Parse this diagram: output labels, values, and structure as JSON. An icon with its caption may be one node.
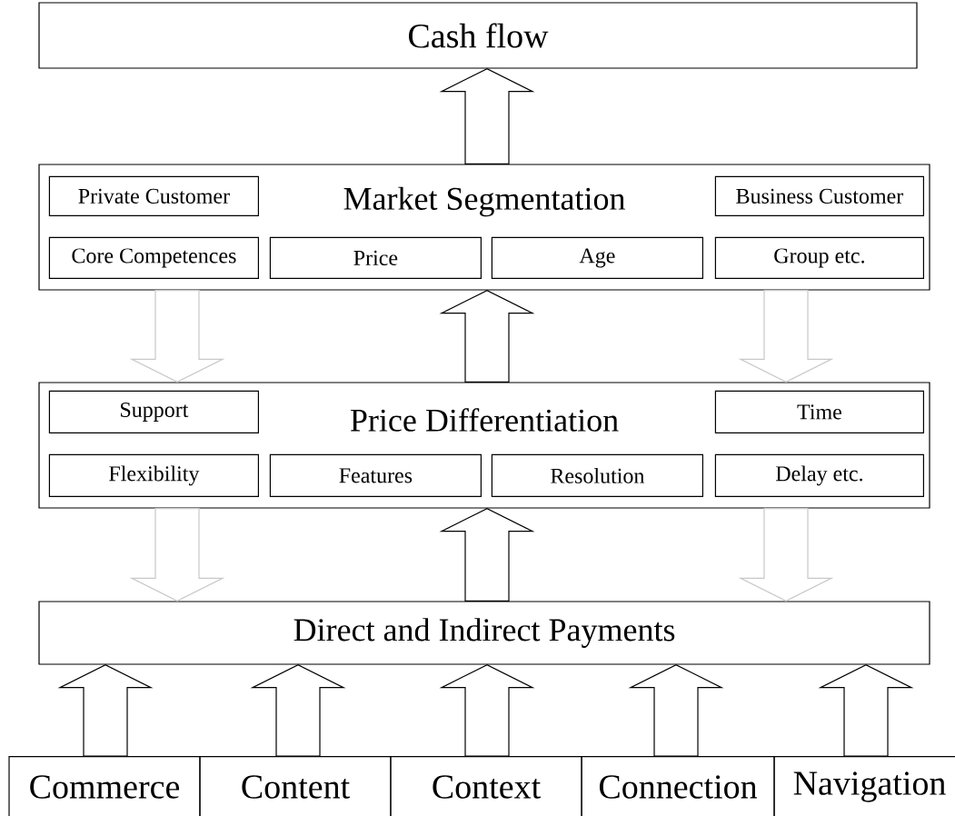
{
  "diagram": {
    "nodes": [
      {
        "text": [
          "Cash flow"
        ]
      },
      {
        "text": [
          "Market Segmentation"
        ]
      },
      {
        "text": [
          "Private Customer"
        ],
        "in": 1
      },
      {
        "text": [
          "Business Customer"
        ],
        "in": 1
      },
      {
        "text": [
          "Core Competences"
        ],
        "in": 1
      },
      {
        "text": [
          "Price"
        ],
        "in": 1
      },
      {
        "text": [
          "Age"
        ],
        "in": 1
      },
      {
        "text": [
          "Group etc."
        ],
        "in": 1
      },
      {
        "text": [
          "Price Differentiation"
        ]
      },
      {
        "text": [
          "Support"
        ],
        "in": 8
      },
      {
        "text": [
          "Time"
        ],
        "in": 8
      },
      {
        "text": [
          "Flexibility"
        ],
        "in": 8
      },
      {
        "text": [
          "Features"
        ],
        "in": 8
      },
      {
        "text": [
          "Resolution"
        ],
        "in": 8
      },
      {
        "text": [
          "Delay etc."
        ],
        "in": 8
      },
      {
        "text": [
          "Direct and Indirect Payments"
        ]
      },
      {
        "text": [
          "Commerce"
        ]
      },
      {
        "text": [
          "Content"
        ]
      },
      {
        "text": [
          "Context"
        ]
      },
      {
        "text": [
          "Connection"
        ]
      },
      {
        "text": [
          "Navigation"
        ]
      }
    ],
    "edges": [
      {
        "from": 1,
        "to": 0,
        "arrow": "to"
      },
      {
        "from": 8,
        "to": 1,
        "arrow": "to"
      },
      {
        "from": 1,
        "to": 8,
        "arrow": "to",
        "color": "#c8c8c8"
      },
      {
        "from": 1,
        "to": 8,
        "arrow": "to",
        "color": "#c8c8c8"
      },
      {
        "from": 15,
        "to": 8,
        "arrow": "to"
      },
      {
        "from": 8,
        "to": 15,
        "arrow": "to",
        "color": "#c8c8c8"
      },
      {
        "from": 8,
        "to": 15,
        "arrow": "to",
        "color": "#c8c8c8"
      },
      {
        "from": 16,
        "to": 15,
        "arrow": "to"
      },
      {
        "from": 17,
        "to": 15,
        "arrow": "to"
      },
      {
        "from": 18,
        "to": 15,
        "arrow": "to"
      },
      {
        "from": 19,
        "to": 15,
        "arrow": "to"
      },
      {
        "from": 20,
        "to": 15,
        "arrow": "to"
      }
    ]
  }
}
